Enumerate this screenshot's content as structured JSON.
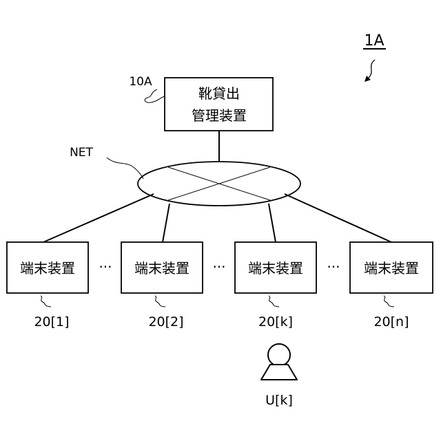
{
  "figure": {
    "label": "1A"
  },
  "server": {
    "ref": "10A",
    "line1": "靴貸出",
    "line2": "管理装置"
  },
  "network": {
    "label": "NET"
  },
  "ellipsis": "···",
  "terminals": [
    {
      "label": "端末装置",
      "ref": "20[1]"
    },
    {
      "label": "端末装置",
      "ref": "20[2]"
    },
    {
      "label": "端末装置",
      "ref": "20[k]"
    },
    {
      "label": "端末装置",
      "ref": "20[n]"
    }
  ],
  "user": {
    "label": "U[k]"
  }
}
